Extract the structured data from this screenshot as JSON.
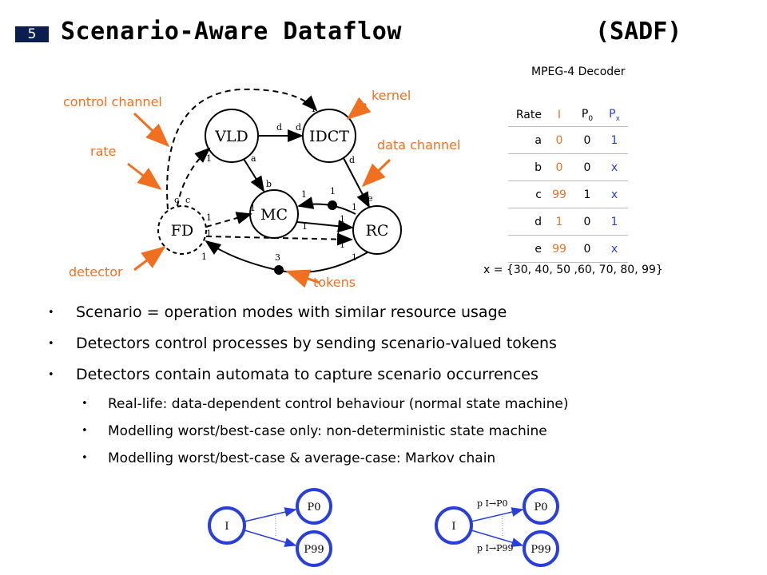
{
  "slide": {
    "number": "5",
    "title": "Scenario-Aware Dataflow",
    "title_abbrev": "(SADF)"
  },
  "annotations": {
    "control_channel": "control channel",
    "kernel": "kernel",
    "rate": "rate",
    "data_channel": "data channel",
    "detector": "detector",
    "tokens": "tokens"
  },
  "graph": {
    "nodes": [
      "VLD",
      "IDCT",
      "MC",
      "FD",
      "RC"
    ],
    "edge_labels": {
      "vld_idct_out": "d",
      "vld_idct_in": "d",
      "idct_rc_out": "d",
      "rc_in_e": "e",
      "vld_mc_out": "a",
      "mc_in_b": "b",
      "fd_ctrl_c1": "c",
      "fd_ctrl_c2": "c",
      "idct_ctrl": "1",
      "vld_ctrl": "1",
      "mc_ctrl_in": "1",
      "fd_mc_out": "1",
      "mc_rc_out1": "1",
      "rc_mc_in": "1",
      "token_tl": "1",
      "token_tr": "1",
      "rc_in_1": "1",
      "rc_in_2": "1",
      "fd_rc_out": "1",
      "fd_out_1": "1",
      "fd_out_2": "1",
      "rc_out_bottom": "1",
      "bottom_tokens": "3"
    }
  },
  "decoder": {
    "caption": "MPEG-4 Decoder",
    "headers": [
      "Rate",
      "I",
      "P0",
      "Px"
    ],
    "rows": [
      {
        "rate": "a",
        "i": "0",
        "p0": "0",
        "px": "1"
      },
      {
        "rate": "b",
        "i": "0",
        "p0": "0",
        "px": "x"
      },
      {
        "rate": "c",
        "i": "99",
        "p0": "1",
        "px": "x"
      },
      {
        "rate": "d",
        "i": "1",
        "p0": "0",
        "px": "1"
      },
      {
        "rate": "e",
        "i": "99",
        "p0": "0",
        "px": "x"
      }
    ],
    "x_set": "x = {30, 40, 50 ,60, 70, 80, 99}"
  },
  "bullets": [
    {
      "text": "Scenario = operation modes with similar resource usage",
      "level": 1
    },
    {
      "text": "Detectors control processes by sending scenario-valued tokens",
      "level": 1
    },
    {
      "text": "Detectors contain automata to capture scenario occurrences",
      "level": 1
    },
    {
      "text": "Real-life: data-dependent control behaviour (normal state machine)",
      "level": 2
    },
    {
      "text": "Modelling worst/best-case only: non-deterministic state machine",
      "level": 2
    },
    {
      "text": "Modelling worst/best-case & average-case: Markov chain",
      "level": 2
    }
  ],
  "state_machines": {
    "left": {
      "states": [
        "I",
        "P0",
        "P99"
      ]
    },
    "right": {
      "states": [
        "I",
        "P0",
        "P99"
      ],
      "labels": [
        "p I→P0",
        "p I→P99"
      ]
    }
  },
  "colors": {
    "accent": "#f07020",
    "blue": "#2a3fd8",
    "slide_num_bg": "#0b1f4e"
  }
}
